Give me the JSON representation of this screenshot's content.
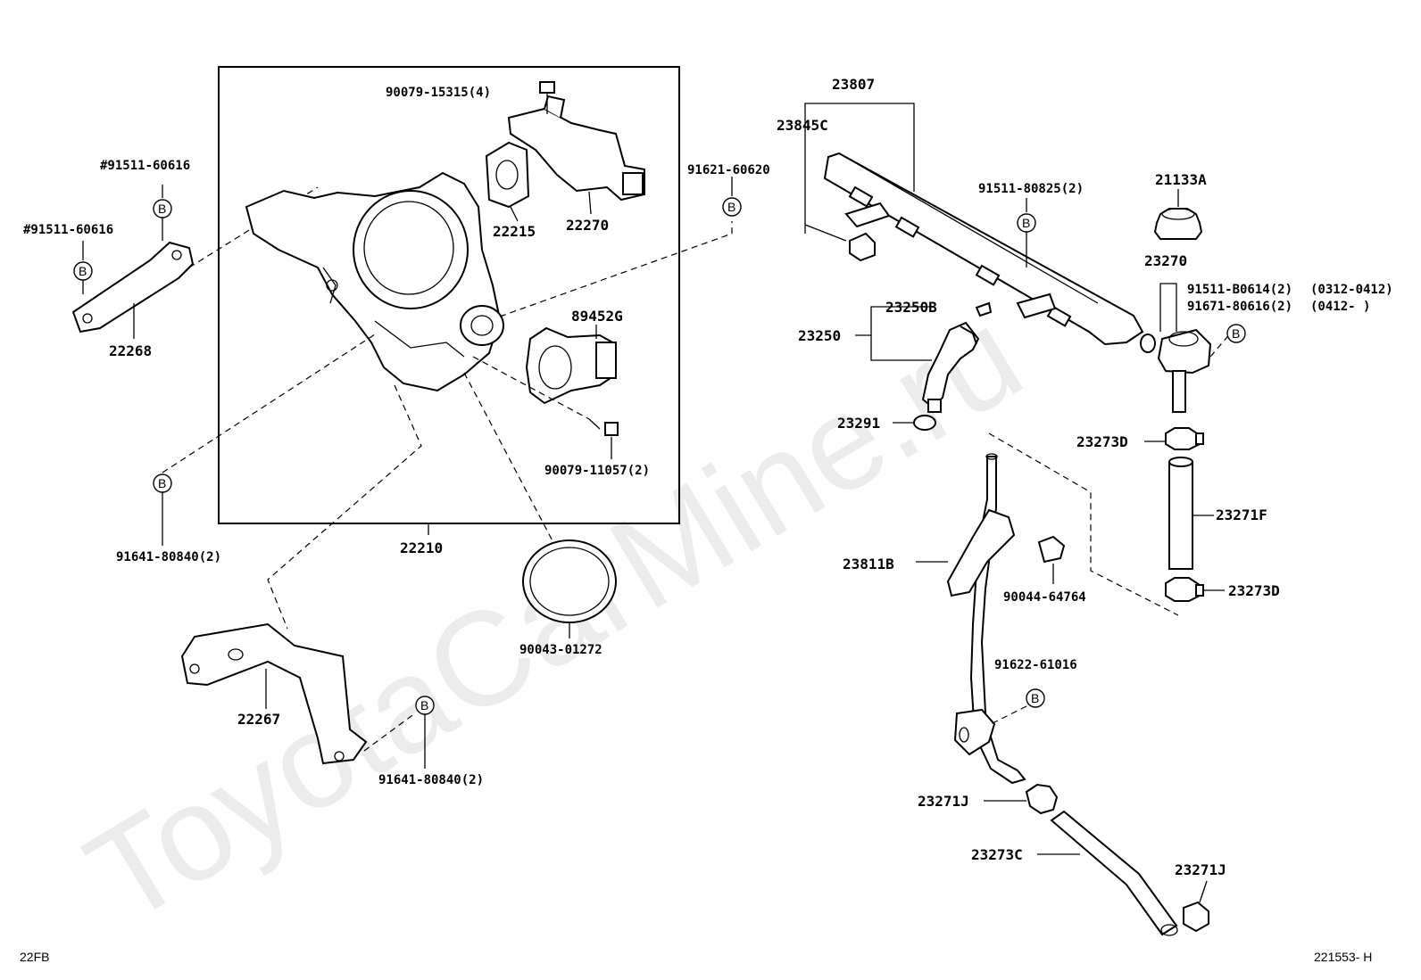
{
  "watermark": "ToyotaCarMine.ru",
  "corner": {
    "left": "22FB",
    "right": "221553- H"
  },
  "b_symbol": "B",
  "labels": {
    "p22268": "22268",
    "p91511_60616_a": "#91511-60616",
    "p91511_60616_b": "#91511-60616",
    "p90079_15315": "90079-15315(4)",
    "p22215": "22215",
    "p22270": "22270",
    "p91621_60620": "91621-60620",
    "p89452g": "89452G",
    "p90079_11057": "90079-11057(2)",
    "p22210": "22210",
    "p91641_80840_a": "91641-80840(2)",
    "p91641_80840_b": "91641-80840(2)",
    "p90043_01272": "90043-01272",
    "p22267": "22267",
    "p23807": "23807",
    "p23845c": "23845C",
    "p91511_80825": "91511-80825(2)",
    "p21133a": "21133A",
    "p23270": "23270",
    "p91511_b0614": "91511-B0614(2)",
    "p91511_b0614_date": "(0312-0412)",
    "p91671_80616": "91671-80616(2)",
    "p91671_80616_date": "(0412-     )",
    "p23250b": "23250B",
    "p23250": "23250",
    "p23291": "23291",
    "p23273d_a": "23273D",
    "p23271f": "23271F",
    "p23273d_b": "23273D",
    "p23811b": "23811B",
    "p90044_64764": "90044-64764",
    "p91622_61016": "91622-61016",
    "p23271j_a": "23271J",
    "p23273c": "23273C",
    "p23271j_b": "23271J"
  }
}
